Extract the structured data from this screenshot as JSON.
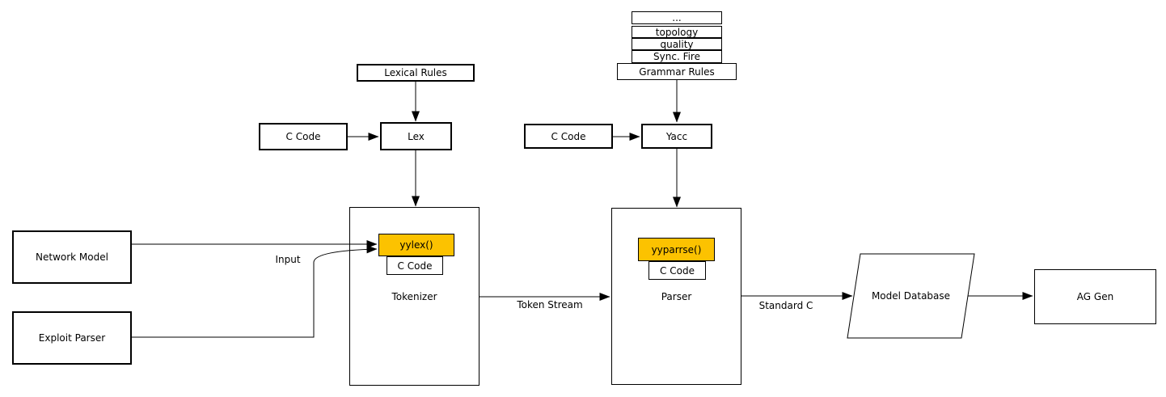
{
  "diagram": {
    "title_hint": "Lex/Yacc tokenizer-parser pipeline diagram",
    "colors": {
      "background": "#ffffff",
      "stroke": "#000000",
      "box_fill": "#ffffff",
      "highlight_fill": "#fcc200",
      "text": "#000000"
    },
    "stack": {
      "items": [
        "...",
        "topology",
        "quality",
        "Sync. Fire"
      ]
    },
    "nodes": {
      "lexical_rules": {
        "label": "Lexical Rules"
      },
      "c_code_lex": {
        "label": "C Code"
      },
      "lex": {
        "label": "Lex"
      },
      "grammar_rules": {
        "label": "Grammar Rules"
      },
      "c_code_yacc": {
        "label": "C Code"
      },
      "yacc": {
        "label": "Yacc"
      },
      "network_model": {
        "label": "Network Model"
      },
      "exploit_parser": {
        "label": "Exploit Parser"
      },
      "tokenizer": {
        "label": "Tokenizer"
      },
      "yylex": {
        "label": "yylex()"
      },
      "c_code_tokenizer": {
        "label": "C Code"
      },
      "parser": {
        "label": "Parser"
      },
      "yyparrse": {
        "label": "yyparrse()"
      },
      "c_code_parser": {
        "label": "C Code"
      },
      "model_database": {
        "label": "Model Database"
      },
      "ag_gen": {
        "label": "AG Gen"
      }
    },
    "edges": {
      "input_label": "Input",
      "token_stream_label": "Token Stream",
      "standard_c_label": "Standard C"
    }
  }
}
